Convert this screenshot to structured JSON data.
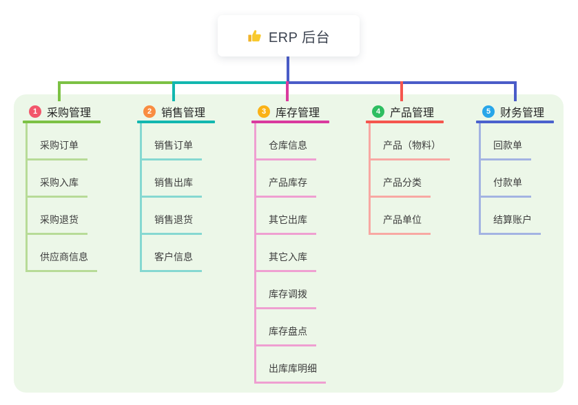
{
  "root": {
    "label": "ERP 后台",
    "icon": "thumbs-up-icon"
  },
  "branches": [
    {
      "badge": "1",
      "label": "采购管理",
      "color": "#7cc144",
      "tint": "#b7db97",
      "badge_color": "#f2566b",
      "children": [
        "采购订单",
        "采购入库",
        "采购退货",
        "供应商信息"
      ]
    },
    {
      "badge": "2",
      "label": "销售管理",
      "color": "#12b7af",
      "tint": "#85d8d1",
      "badge_color": "#f98c41",
      "children": [
        "销售订单",
        "销售出库",
        "销售退货",
        "客户信息"
      ]
    },
    {
      "badge": "3",
      "label": "库存管理",
      "color": "#d93a9e",
      "tint": "#ef9fd1",
      "badge_color": "#fbb216",
      "children": [
        "仓库信息",
        "产品库存",
        "其它出库",
        "其它入库",
        "库存调拨",
        "库存盘点",
        "出库库明细"
      ]
    },
    {
      "badge": "4",
      "label": "产品管理",
      "color": "#f5564e",
      "tint": "#f8a8a3",
      "badge_color": "#2ebe61",
      "children": [
        "产品（物料）",
        "产品分类",
        "产品单位"
      ]
    },
    {
      "badge": "5",
      "label": "财务管理",
      "color": "#4a62cd",
      "tint": "#a3b3e2",
      "badge_color": "#28a6e9",
      "children": [
        "回款单",
        "付款单",
        "结算账户"
      ]
    }
  ],
  "colors": {
    "panel_bg": "#ecf7e8",
    "root_line": "#4a5cc8",
    "card_bg": "#ffffff"
  }
}
